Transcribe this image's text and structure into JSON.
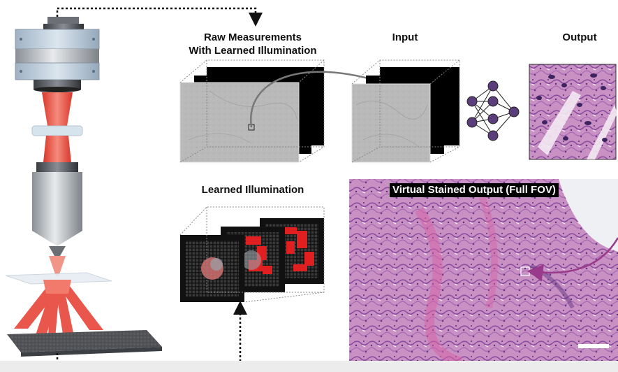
{
  "labels": {
    "raw_line1": "Raw Measurements",
    "raw_line2": "With Learned Illumination",
    "input": "Input",
    "output": "Output",
    "learned_illumination": "Learned Illumination",
    "fov_title": "Virtual Stained Output (Full FOV)"
  },
  "colors": {
    "laser": "#e8483c",
    "laser_light": "#f6b3aa",
    "node": "#5a3d7a",
    "node_dark": "#2a1a3f",
    "arrow_purple": "#9a3a8a",
    "he_pink": "#c77fb8",
    "he_purple": "#7a4a9a",
    "led_red": "#e02020"
  },
  "icons": {
    "microscope": "microscope-illustration",
    "network": "neural-network-icon",
    "scale_bar": "scale-bar"
  }
}
